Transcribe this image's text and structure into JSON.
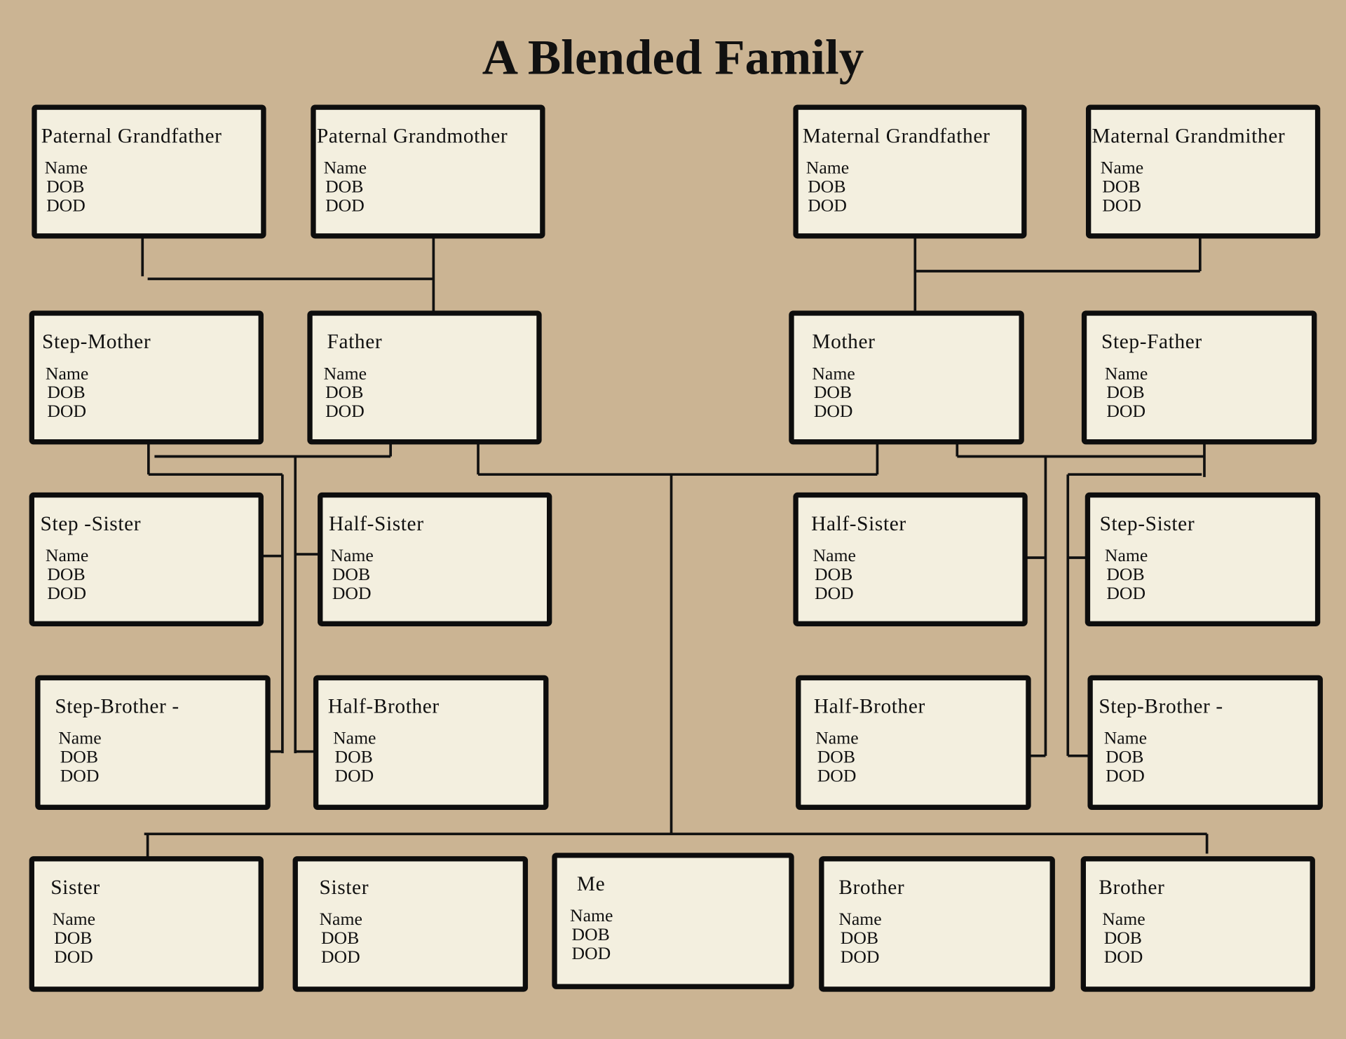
{
  "title": "A Blended Family",
  "colors": {
    "background": "#cbb493",
    "box_fill": "#f3efdf",
    "border": "#0d0d0d"
  },
  "boxes": [
    {
      "label": "Paternal Grandfather",
      "fields": [
        "Name",
        "DOB",
        "DOD"
      ]
    },
    {
      "label": "Paternal Grandmother",
      "fields": [
        "Name",
        "DOB",
        "DOD"
      ]
    },
    {
      "label": "Maternal Grandfather",
      "fields": [
        "Name",
        "DOB",
        "DOD"
      ]
    },
    {
      "label": "Maternal Grandmither",
      "fields": [
        "Name",
        "DOB",
        "DOD"
      ]
    },
    {
      "label": "Step-Mother",
      "fields": [
        "Name",
        "DOB",
        "DOD"
      ]
    },
    {
      "label": "Father",
      "fields": [
        "Name",
        "DOB",
        "DOD"
      ]
    },
    {
      "label": "Mother",
      "fields": [
        "Name",
        "DOB",
        "DOD"
      ]
    },
    {
      "label": "Step-Father",
      "fields": [
        "Name",
        "DOB",
        "DOD"
      ]
    },
    {
      "label": "Step -Sister",
      "fields": [
        "Name",
        "DOB",
        "DOD"
      ]
    },
    {
      "label": "Half-Sister",
      "fields": [
        "Name",
        "DOB",
        "DOD"
      ]
    },
    {
      "label": "Half-Sister",
      "fields": [
        "Name",
        "DOB",
        "DOD"
      ]
    },
    {
      "label": "Step-Sister",
      "fields": [
        "Name",
        "DOB",
        "DOD"
      ]
    },
    {
      "label": "Step-Brother -",
      "fields": [
        "Name",
        "DOB",
        "DOD"
      ]
    },
    {
      "label": "Half-Brother",
      "fields": [
        "Name",
        "DOB",
        "DOD"
      ]
    },
    {
      "label": "Half-Brother",
      "fields": [
        "Name",
        "DOB",
        "DOD"
      ]
    },
    {
      "label": "Step-Brother -",
      "fields": [
        "Name",
        "DOB",
        "DOD"
      ]
    },
    {
      "label": "Sister",
      "fields": [
        "Name",
        "DOB",
        "DOD"
      ]
    },
    {
      "label": "Sister",
      "fields": [
        "Name",
        "DOB",
        "DOD"
      ]
    },
    {
      "label": "Me",
      "fields": [
        "Name",
        "DOB",
        "DOD"
      ]
    },
    {
      "label": "Brother",
      "fields": [
        "Name",
        "DOB",
        "DOD"
      ]
    },
    {
      "label": "Brother",
      "fields": [
        "Name",
        "DOB",
        "DOD"
      ]
    }
  ]
}
